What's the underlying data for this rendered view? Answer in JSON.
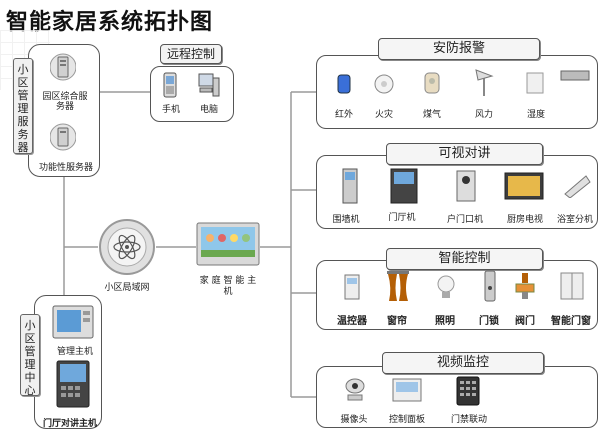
{
  "title": "智能家居系统拓扑图",
  "left": {
    "community_vlabel": "小区管理服务器",
    "server1": "园区综合服 务器",
    "server2": "功能性服务器",
    "remote_tab": "远程控制",
    "phone": "手机",
    "pc": "电脑",
    "network": "小区局域网",
    "host": "家 庭 智 能 主 机",
    "center_vlabel": "小区管理中心",
    "mgmt_host": "管理主机",
    "door_host": "门厅对讲主机"
  },
  "groups": [
    {
      "label": "安防报警",
      "items": [
        "红外",
        "火灾",
        "煤气",
        "风力",
        "湿度"
      ]
    },
    {
      "label": "可视对讲",
      "items": [
        "围墙机",
        "门厅机",
        "户门口机",
        "厨房电视",
        "浴室分机"
      ]
    },
    {
      "label": "智能控制",
      "items": [
        "温控器",
        "窗帘",
        "照明",
        "门锁",
        "阀门",
        "智能门窗"
      ]
    },
    {
      "label": "视频监控",
      "items": [
        "摄像头",
        "控制面板",
        "门禁联动"
      ]
    }
  ],
  "colors": {
    "accent": "#3a7bd5",
    "line": "#888888"
  }
}
